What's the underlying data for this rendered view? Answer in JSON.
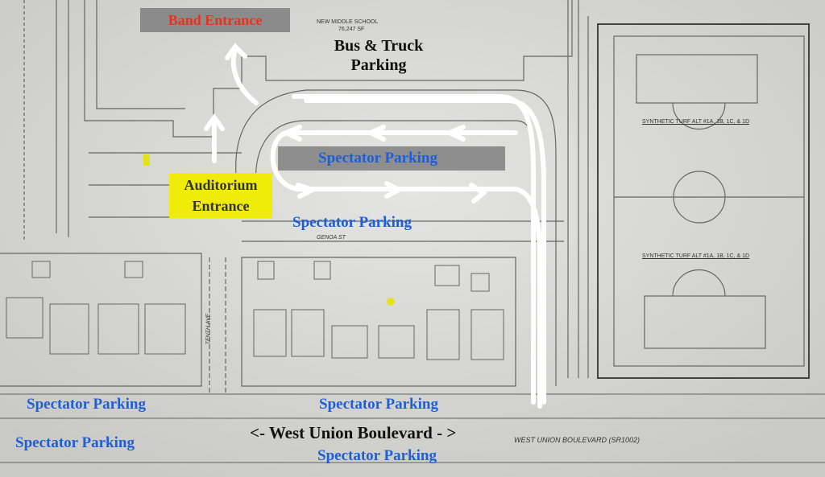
{
  "map": {
    "labels": {
      "band_entrance": "Band Entrance",
      "school_name": "NEW MIDDLE SCHOOL",
      "school_area": "76,247 SF",
      "bus_truck_line1": "Bus & Truck",
      "bus_truck_line2": "Parking",
      "spectator_parking_lot": "Spectator Parking",
      "auditorium_line1": "Auditorium",
      "auditorium_line2": "Entrance",
      "spectator_parking_genoa": "Spectator Parking",
      "spectator_parking_sw": "Spectator Parking",
      "spectator_parking_s": "Spectator Parking",
      "spectator_parking_far_sw": "Spectator Parking",
      "spectator_parking_blvd": "Spectator Parking",
      "west_union_arrow": "<- West Union Boulevard - >",
      "west_union_plan": "WEST UNION BOULEVARD (SR1002)",
      "turf_north": "SYNTHETIC TURF ALT #1A, 1B, 1C, & 1D",
      "turf_south": "SYNTHETIC TURF ALT #1A, 1B, 1C, & 1D",
      "genoa_st": "GENOA ST",
      "tenth_ave": "TENTH AVE"
    },
    "colors": {
      "entrance_red": "#e8321e",
      "parking_blue": "#1d5fd8",
      "highlight_yellow": "#f0ec0a",
      "label_box_gray": "#8b8b8b"
    }
  }
}
